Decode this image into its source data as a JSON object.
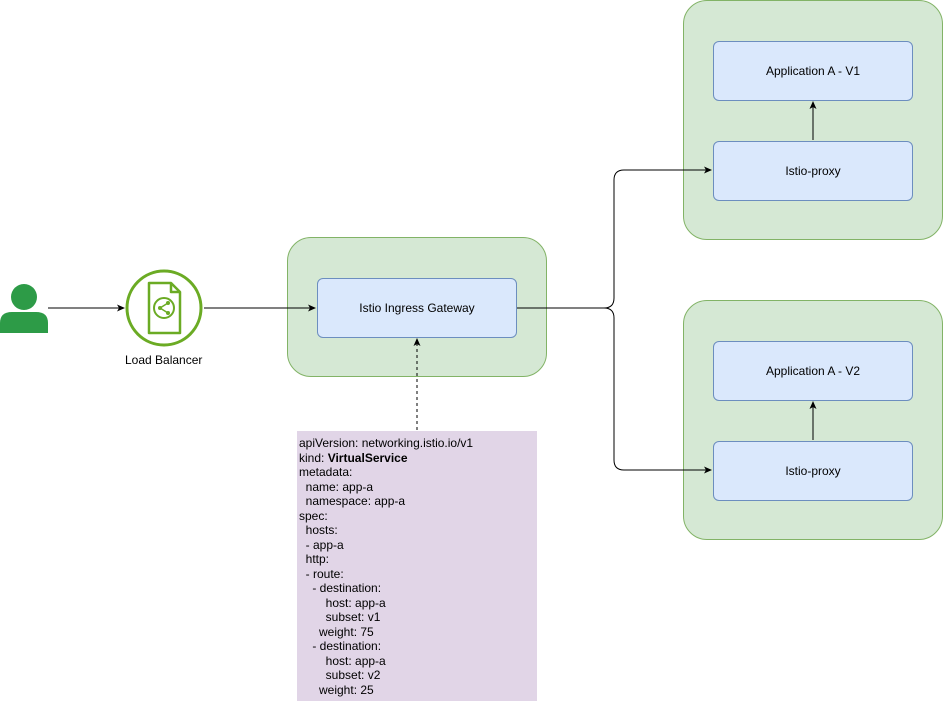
{
  "colors": {
    "group_fill": "#d5e8d4",
    "group_stroke": "#82b366",
    "node_fill": "#dae8fc",
    "node_stroke": "#6c8ebf",
    "yaml_fill": "#e1d5e7",
    "user_icon": "#2d9b47",
    "lb_icon": "#6bab24"
  },
  "icons": {
    "user": "user-icon",
    "load_balancer": "load-balancer-icon"
  },
  "load_balancer": {
    "label": "Load Balancer"
  },
  "gateway": {
    "label": "Istio Ingress Gateway"
  },
  "pod_v1": {
    "app_label": "Application A - V1",
    "proxy_label": "Istio-proxy"
  },
  "pod_v2": {
    "app_label": "Application A - V2",
    "proxy_label": "Istio-proxy"
  },
  "yaml": {
    "lines": [
      {
        "prefix": "apiVersion: networking.istio.io/v1",
        "bold": ""
      },
      {
        "prefix": "kind: ",
        "bold": "VirtualService"
      },
      {
        "prefix": "metadata:",
        "bold": ""
      },
      {
        "prefix": "  name: app-a",
        "bold": ""
      },
      {
        "prefix": "  namespace: app-a",
        "bold": ""
      },
      {
        "prefix": "spec:",
        "bold": ""
      },
      {
        "prefix": "  hosts:",
        "bold": ""
      },
      {
        "prefix": "  - app-a",
        "bold": ""
      },
      {
        "prefix": "  http:",
        "bold": ""
      },
      {
        "prefix": "  - route:",
        "bold": ""
      },
      {
        "prefix": "    - destination:",
        "bold": ""
      },
      {
        "prefix": "        host: app-a",
        "bold": ""
      },
      {
        "prefix": "        subset: v1",
        "bold": ""
      },
      {
        "prefix": "      weight: 75",
        "bold": ""
      },
      {
        "prefix": "    - destination:",
        "bold": ""
      },
      {
        "prefix": "        host: app-a",
        "bold": ""
      },
      {
        "prefix": "        subset: v2",
        "bold": ""
      },
      {
        "prefix": "      weight: 25",
        "bold": ""
      }
    ]
  }
}
